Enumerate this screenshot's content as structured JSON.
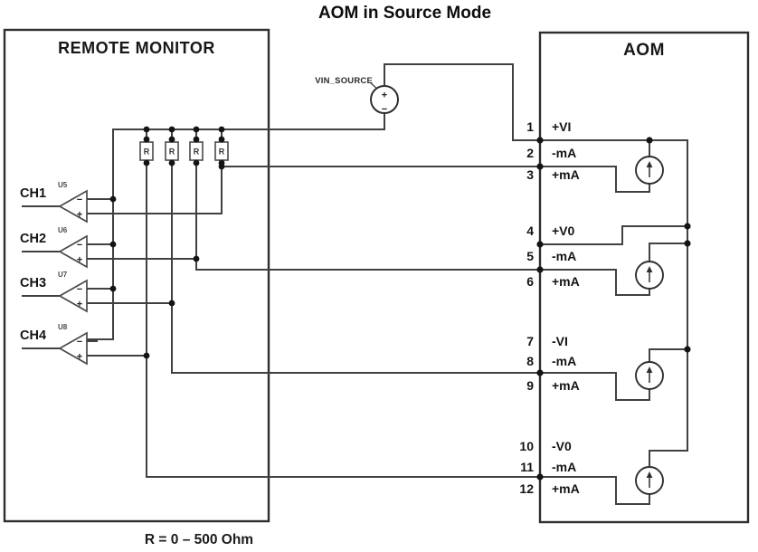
{
  "title": "AOM in Source Mode",
  "remote_monitor": {
    "title": "REMOTE MONITOR"
  },
  "aom": {
    "title": "AOM"
  },
  "source": {
    "label": "VIN_SOURCE",
    "plus": "+",
    "minus": "−"
  },
  "opamp_symbol": {
    "minus": "−",
    "plus": "+"
  },
  "channels": [
    {
      "label": "CH1",
      "ref": "U5"
    },
    {
      "label": "CH2",
      "ref": "U6"
    },
    {
      "label": "CH3",
      "ref": "U7"
    },
    {
      "label": "CH4",
      "ref": "U8"
    }
  ],
  "resistor": {
    "label": "R"
  },
  "note": "R = 0 – 500 Ohm",
  "pins": [
    {
      "number": "1",
      "label": "+VI"
    },
    {
      "number": "2",
      "label": "-mA"
    },
    {
      "number": "3",
      "label": "+mA"
    },
    {
      "number": "4",
      "label": "+V0"
    },
    {
      "number": "5",
      "label": "-mA"
    },
    {
      "number": "6",
      "label": "+mA"
    },
    {
      "number": "7",
      "label": "-VI"
    },
    {
      "number": "8",
      "label": "-mA"
    },
    {
      "number": "9",
      "label": "+mA"
    },
    {
      "number": "10",
      "label": "-V0"
    },
    {
      "number": "11",
      "label": "-mA"
    },
    {
      "number": "12",
      "label": "+mA"
    }
  ],
  "colors": {
    "wire": "#414141",
    "box_border": "#2e2e2e",
    "dot": "#141414",
    "text": "#111111"
  }
}
